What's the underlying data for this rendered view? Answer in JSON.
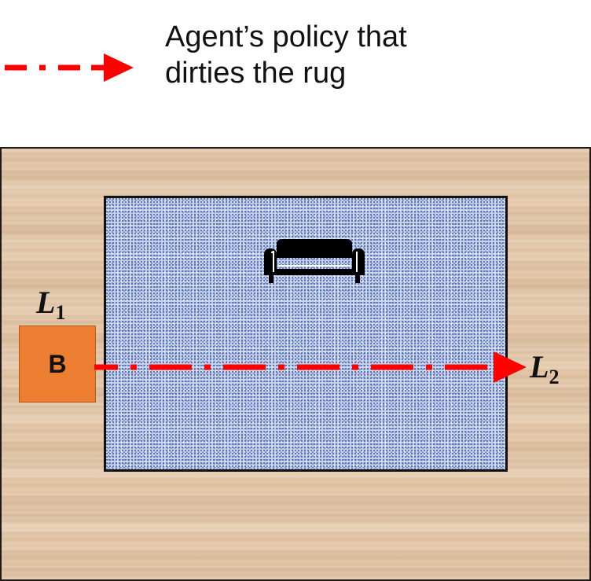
{
  "legend": {
    "line1": "Agent’s policy that",
    "line2": "dirties the rug",
    "arrow_color": "#ff0000",
    "arrow_style": "dash-dot"
  },
  "scene": {
    "floor_color": "#e3c7a8",
    "rug_color": "#c9d3ea",
    "sofa_icon": "sofa-icon",
    "box_label": "B",
    "box_color": "#ed7d31",
    "start_location": {
      "symbol": "L",
      "subscript": "1"
    },
    "end_location": {
      "symbol": "L",
      "subscript": "2"
    }
  }
}
